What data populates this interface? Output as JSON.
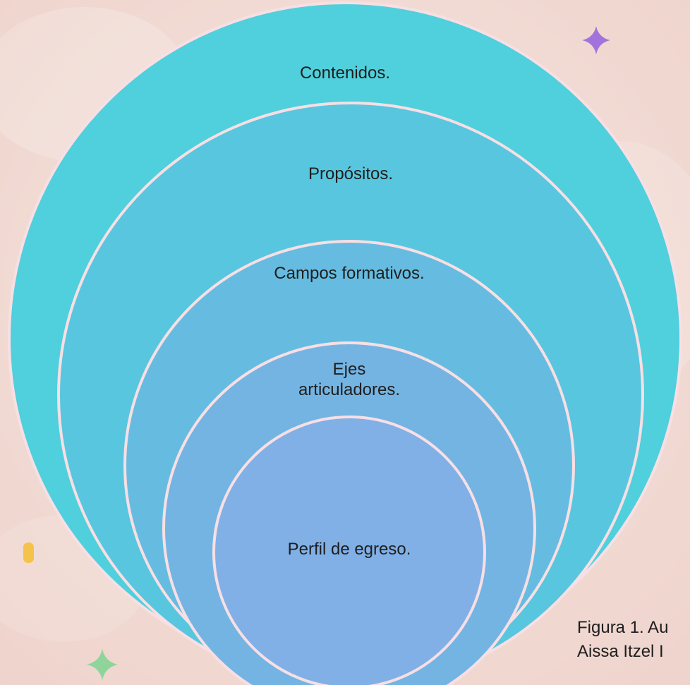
{
  "diagram": {
    "layers": [
      {
        "label": "Contenidos.",
        "fill": "#4fd0dc"
      },
      {
        "label": "Propósitos.",
        "fill": "#58c6de"
      },
      {
        "label": "Campos formativos.",
        "fill": "#66bce0"
      },
      {
        "label": "Ejes\narticuladores.",
        "fill": "#74b4e3"
      },
      {
        "label": "Perfil de egreso.",
        "fill": "#80b0e6"
      }
    ],
    "outline_color": "#f7dfe4"
  },
  "caption": {
    "line1": "Figura 1. Au",
    "line2": "Aissa Itzel I"
  },
  "decor": {
    "sparkle_purple": "#a273db",
    "sparkle_green": "#8fd49a",
    "blob_yellow": "#f5c24a",
    "background": "#f3ddd6"
  }
}
